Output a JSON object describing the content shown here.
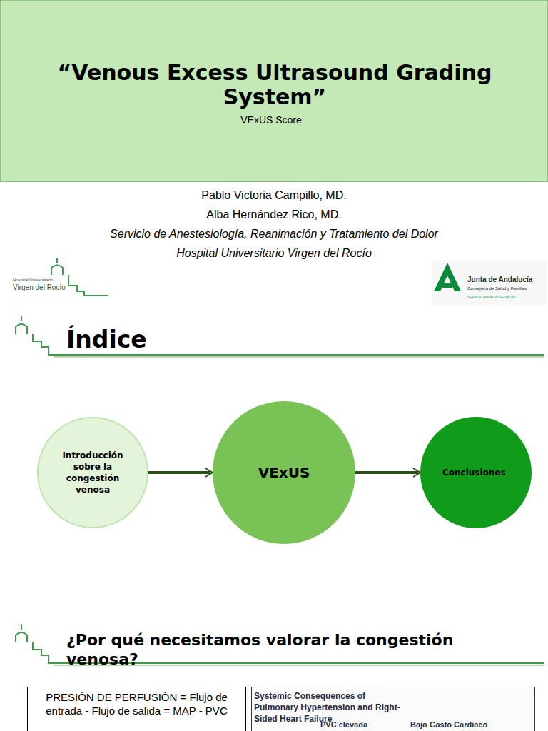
{
  "diagram": {
    "nodes": [
      {
        "text": [
          "“Venous Excess Ultrasound Grading System”",
          "VExUS Score"
        ]
      },
      {
        "text": [
          "Introducción sobre la congestión venosa"
        ]
      },
      {
        "text": [
          "VExUS"
        ]
      },
      {
        "text": [
          "Conclusiones"
        ]
      },
      {
        "text": [
          "PRESIÓN DE PERFUSIÓN = Flujo de entrada - Flujo de salida = MAP - PVC"
        ]
      },
      {
        "text": [
          "Systemic Consequences of Pulmonary Hypertension and Right-Sided Heart Failure",
          "PVC elevada",
          "Bajo Gasto Cardiaco"
        ]
      }
    ],
    "edges": [
      {
        "from": 1,
        "to": 2,
        "arrow": "to"
      },
      {
        "from": 2,
        "to": 3,
        "arrow": "to"
      }
    ],
    "labels": [
      "Pablo Victoria Campillo, MD.",
      "Alba Hernández Rico, MD.",
      "Servicio de Anestesiología, Reanimación y Tratamiento del Dolor",
      "Hospital Universitario Virgen del Rocío",
      "Hospital Universitario",
      "Virgen del Rocío",
      "Junta de Andalucía",
      "Consejería de Salud y Familias",
      "SERVICIO ANDALUZ DE SALUD",
      "Índice",
      "¿Por qué necesitamos valorar la congestión venosa?"
    ]
  }
}
